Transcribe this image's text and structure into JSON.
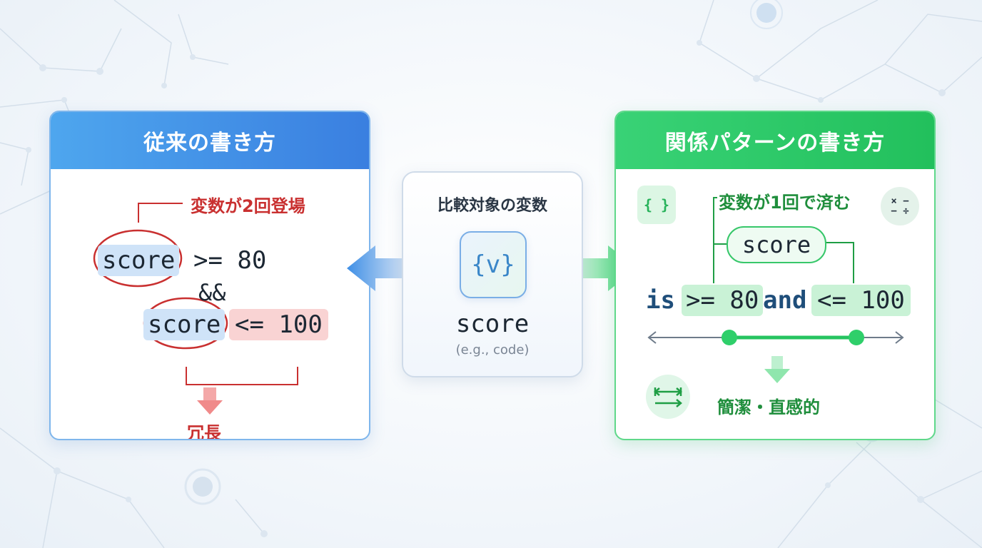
{
  "left_panel": {
    "title": "従来の書き方",
    "annotation": "変数が2回登場",
    "line1_var": "score",
    "line1_op": ">= 80",
    "line2": "&&",
    "line3_var": "score",
    "line3_op": "<= 100",
    "result": "冗長"
  },
  "center_card": {
    "title": "比較対象の変数",
    "icon_glyph": "{v}",
    "variable": "score",
    "note": "(e.g., code)"
  },
  "right_panel": {
    "title": "関係パターンの書き方",
    "braces_glyph": "{ }",
    "annotation": "変数が1回で済む",
    "math_glyph_top": "× −",
    "math_glyph_bottom": "− ÷",
    "variable": "score",
    "code_is": "is",
    "code_ge": ">= 80",
    "code_and": "and",
    "code_le": "<= 100",
    "result": "簡潔・直感的"
  },
  "colors": {
    "blue_header": "#3a7fe0",
    "green_header": "#22c05c",
    "red_accent": "#c93030",
    "green_accent": "#1f8e3c",
    "code_text": "#1c2733"
  }
}
